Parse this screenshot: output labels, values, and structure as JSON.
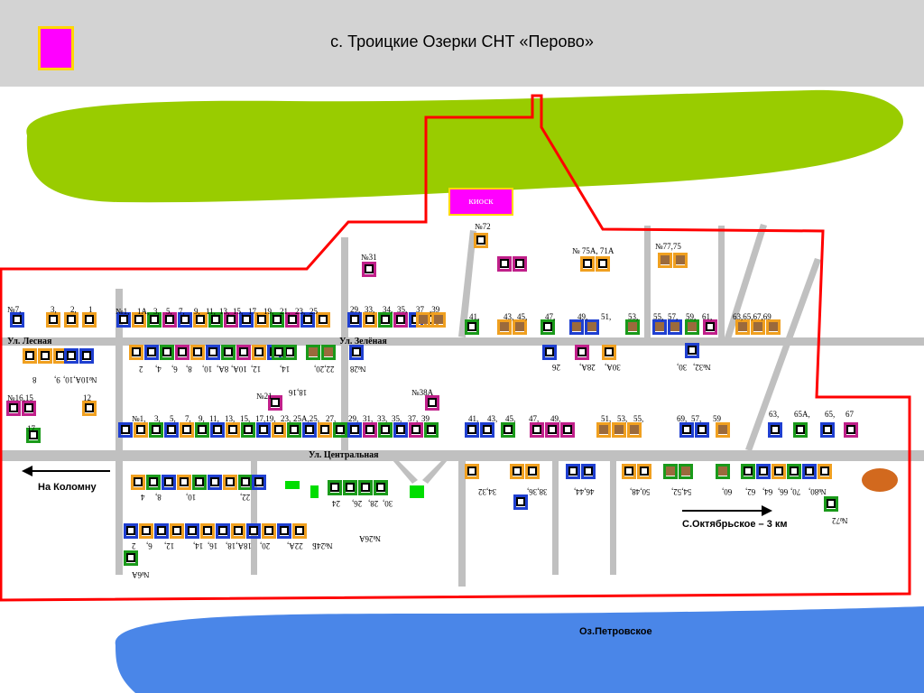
{
  "title": "с. Троицкие Озерки СНТ «Перово»",
  "colors": {
    "header_bg": "#d3d3d3",
    "border": "#ff0000",
    "forest": "#99cc00",
    "lake": "#4a86e8",
    "road": "#c0c0c0",
    "kiosk": "#ff00ff",
    "pond": "#d2691e"
  },
  "kiosk": "киоск",
  "streets": {
    "lesnaya": "Ул. Лесная",
    "zelenaya": "Ул. Зелёная",
    "centralnaya": "Ул. Центральная"
  },
  "directions": {
    "kolomna": "На Коломну",
    "oktyabrskoe": "С.Октябрьское – 3 км"
  },
  "lake": "Оз.Петровское",
  "labels": [
    {
      "t": "№7,"
    },
    {
      "t": "3,"
    },
    {
      "t": "2,"
    },
    {
      "t": "1"
    },
    {
      "t": "№1,"
    },
    {
      "t": "1А,"
    },
    {
      "t": "3,"
    },
    {
      "t": "5,"
    },
    {
      "t": "7,"
    },
    {
      "t": "9,"
    },
    {
      "t": "11,"
    },
    {
      "t": "13,"
    },
    {
      "t": "15,"
    },
    {
      "t": "17,"
    },
    {
      "t": "19,"
    },
    {
      "t": "21,"
    },
    {
      "t": "23,"
    },
    {
      "t": "25"
    },
    {
      "t": "29,"
    },
    {
      "t": "33,"
    },
    {
      "t": "34,"
    },
    {
      "t": "35,"
    },
    {
      "t": "37"
    },
    {
      "t": ",39"
    },
    {
      "t": "№31"
    },
    {
      "t": "№72"
    },
    {
      "t": "№ 75А, 71А"
    },
    {
      "t": "№77,75"
    },
    {
      "t": "41,"
    },
    {
      "t": "43,"
    },
    {
      "t": "45,"
    },
    {
      "t": "47,"
    },
    {
      "t": "49,"
    },
    {
      "t": "51,"
    },
    {
      "t": "53,"
    },
    {
      "t": "55,"
    },
    {
      "t": "57,"
    },
    {
      "t": "59,"
    },
    {
      "t": "61,"
    },
    {
      "t": "63,65,67,69"
    },
    {
      "t": "8"
    },
    {
      "t": "№10А,10,"
    },
    {
      "t": "9,"
    },
    {
      "t": "2"
    },
    {
      "t": "4,"
    },
    {
      "t": "6,"
    },
    {
      "t": "8,"
    },
    {
      "t": "10,"
    },
    {
      "t": "8А,"
    },
    {
      "t": "10А,"
    },
    {
      "t": "12,"
    },
    {
      "t": "14,"
    },
    {
      "t": "22,20,"
    },
    {
      "t": "№28"
    },
    {
      "t": "18,16"
    },
    {
      "t": "26"
    },
    {
      "t": "28А,"
    },
    {
      "t": "30А,"
    },
    {
      "t": "30,"
    },
    {
      "t": "№32,"
    },
    {
      "t": "№16,15"
    },
    {
      "t": "12"
    },
    {
      "t": "17"
    },
    {
      "t": "№21"
    },
    {
      "t": "№38А"
    },
    {
      "t": "№1,"
    },
    {
      "t": "3,"
    },
    {
      "t": "5,"
    },
    {
      "t": "7,"
    },
    {
      "t": "9,"
    },
    {
      "t": "11,"
    },
    {
      "t": "13,"
    },
    {
      "t": "15,"
    },
    {
      "t": "17,19,"
    },
    {
      "t": "23,"
    },
    {
      "t": "25А,25,"
    },
    {
      "t": "27,"
    },
    {
      "t": "29,"
    },
    {
      "t": "31,"
    },
    {
      "t": "33,"
    },
    {
      "t": "35,"
    },
    {
      "t": "37,"
    },
    {
      "t": "39"
    },
    {
      "t": "41,"
    },
    {
      "t": "43,"
    },
    {
      "t": "45,"
    },
    {
      "t": "47,"
    },
    {
      "t": "49,"
    },
    {
      "t": "51,"
    },
    {
      "t": "53,"
    },
    {
      "t": "55,"
    },
    {
      "t": "69,"
    },
    {
      "t": "57,"
    },
    {
      "t": "59"
    },
    {
      "t": "63,"
    },
    {
      "t": "65А,"
    },
    {
      "t": "65,"
    },
    {
      "t": "67"
    },
    {
      "t": "4"
    },
    {
      "t": "8,"
    },
    {
      "t": "10,"
    },
    {
      "t": "22,"
    },
    {
      "t": "24"
    },
    {
      "t": "26,"
    },
    {
      "t": "28,"
    },
    {
      "t": "30,"
    },
    {
      "t": "34,32"
    },
    {
      "t": "38,36,"
    },
    {
      "t": "46,44,"
    },
    {
      "t": "50,48,"
    },
    {
      "t": "54,52,"
    },
    {
      "t": "60,"
    },
    {
      "t": "64,"
    },
    {
      "t": "62,"
    },
    {
      "t": "66,"
    },
    {
      "t": "70,"
    },
    {
      "t": "№80,"
    },
    {
      "t": "№72"
    },
    {
      "t": "2"
    },
    {
      "t": "6,"
    },
    {
      "t": "12,"
    },
    {
      "t": "14,"
    },
    {
      "t": "16,"
    },
    {
      "t": "18А,18,"
    },
    {
      "t": "20,"
    },
    {
      "t": "22А,"
    },
    {
      "t": "№24Б"
    },
    {
      "t": "№26А"
    },
    {
      "t": "№6А"
    }
  ]
}
